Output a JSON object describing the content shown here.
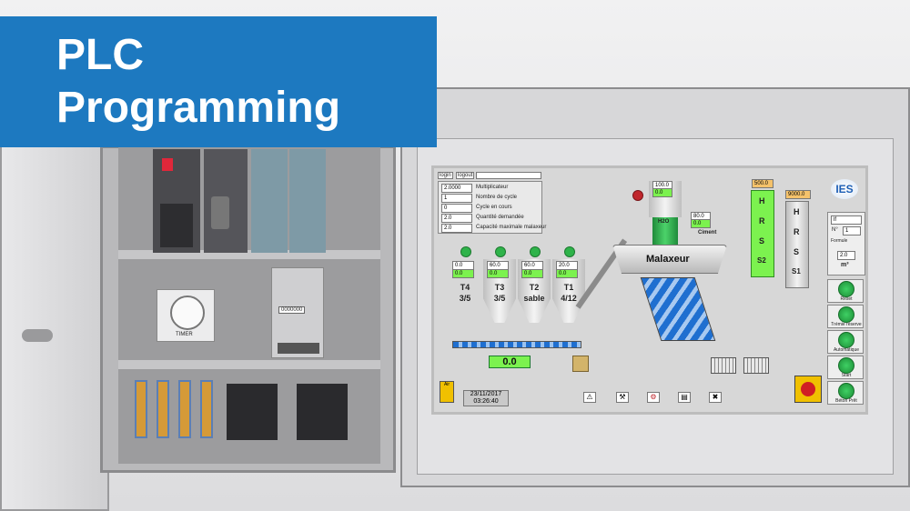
{
  "banner": {
    "title": "PLC\nProgramming"
  },
  "panel": {
    "timer_label": "TIMER",
    "counter_value": "0000000"
  },
  "hmi": {
    "topbar": {
      "login": "login",
      "logout": "logout"
    },
    "params": [
      {
        "value": "2.0000",
        "label": "Multiplicateur"
      },
      {
        "value": "1",
        "label": "Nombre de cycle"
      },
      {
        "value": "0",
        "label": "Cycle en cours"
      },
      {
        "value": "2.0",
        "label": "Quantité demandée"
      },
      {
        "value": "2.0",
        "label": "Capacité maximale malaxeur"
      }
    ],
    "silos": [
      {
        "top": "0.0",
        "mid": "0.0",
        "name": "T4",
        "ratio": "3/5"
      },
      {
        "top": "60.0",
        "mid": "0.0",
        "name": "T3",
        "ratio": "3/5"
      },
      {
        "top": "60.0",
        "mid": "0.0",
        "name": "T2",
        "ratio": "sable"
      },
      {
        "top": "20.0",
        "mid": "0.0",
        "name": "T1",
        "ratio": "4/12"
      }
    ],
    "conveyor_value": "0.0",
    "water": {
      "top": "100.0",
      "mid": "0.0",
      "label": "H2O"
    },
    "cement": {
      "top": "80.0",
      "mid": "0.0",
      "label": "Ciment"
    },
    "mixer_label": "Malaxeur",
    "tanks": [
      {
        "value": "500.0",
        "letters": [
          "H",
          "R",
          "S",
          "S2"
        ]
      },
      {
        "value": "9000.0",
        "letters": [
          "H",
          "R",
          "S",
          "S1"
        ]
      }
    ],
    "brand": "IES",
    "formula": {
      "lf": "lf",
      "n_label": "N°",
      "n_value": "1",
      "formule": "Formule",
      "m3_value": "2.0",
      "m3_unit": "m³"
    },
    "controls": [
      "Reset",
      "Trémie réserve",
      "Automatique",
      "Start",
      "Béton Prêt"
    ],
    "air_label": "Air",
    "date": "23/11/2017",
    "time": "03:26:40",
    "status_colors": {
      "lamp_green": "#2fb34a",
      "lamp_red": "#c0262c",
      "tank_green": "#7cf24f",
      "conveyor_blue": "#1f6fd0"
    }
  }
}
